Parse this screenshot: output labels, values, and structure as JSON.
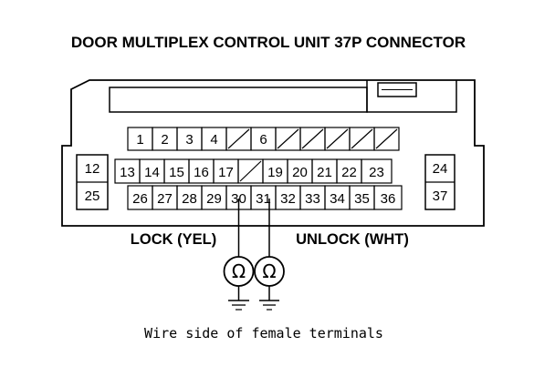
{
  "diagram": {
    "title": "DOOR MULTIPLEX CONTROL UNIT 37P CONNECTOR",
    "caption": "Wire side of female terminals",
    "lock_label": "LOCK (YEL)",
    "unlock_label": "UNLOCK (WHT)",
    "meter_symbol": "Ω",
    "row1_pins": [
      "1",
      "2",
      "3",
      "4",
      "",
      "6",
      "",
      "",
      "",
      "",
      ""
    ],
    "row2_pins": [
      "13",
      "14",
      "15",
      "16",
      "17",
      "",
      "19",
      "20",
      "21",
      "22",
      "23"
    ],
    "row3_pins": [
      "26",
      "27",
      "28",
      "29",
      "30",
      "31",
      "32",
      "33",
      "34",
      "35",
      "36"
    ],
    "left_pins": [
      "12",
      "25"
    ],
    "right_pins": [
      "24",
      "37"
    ],
    "colors": {
      "line": "#000000",
      "background": "#ffffff"
    }
  }
}
